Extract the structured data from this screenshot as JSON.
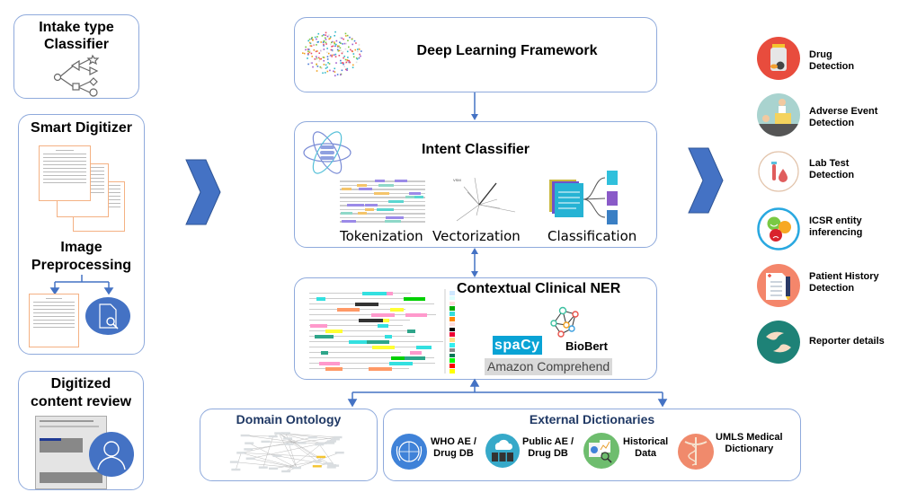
{
  "left_panel": {
    "intake": {
      "title_line1": "Intake type",
      "title_line2": "Classifier",
      "icon": "decision-tree-icon"
    },
    "digitizer": {
      "title": "Smart Digitizer",
      "subtitle_line1": "Image",
      "subtitle_line2": "Preprocessing",
      "icons": [
        "document-stack-icon",
        "document-icon",
        "document-search-icon"
      ]
    },
    "review": {
      "title_line1": "Digitized",
      "title_line2": "content review",
      "icon": "reviewer-icon"
    }
  },
  "center": {
    "deep_learning": {
      "title": "Deep Learning Framework",
      "icon": "brain-icon"
    },
    "intent": {
      "title": "Intent Classifier",
      "icon": "atom-database-icon",
      "steps": [
        "Tokenization",
        "Vectorization",
        "Classification"
      ]
    },
    "ner": {
      "title": "Contextual Clinical NER",
      "tools": {
        "spacy": "spaCy",
        "biobert": "BioBert",
        "amazon": "Amazon Comprehend"
      },
      "icon": "network-icon"
    },
    "ontology": {
      "title": "Domain Ontology",
      "icon": "ontology-graph-icon"
    },
    "dictionaries": {
      "title": "External Dictionaries",
      "items": [
        {
          "line1": "WHO AE /",
          "line2": "Drug DB",
          "icon": "un-globe-icon",
          "color": "#3f82d8"
        },
        {
          "line1": "Public AE /",
          "line2": "Drug DB",
          "icon": "cloud-server-icon",
          "color": "#36a9c9"
        },
        {
          "line1": "Historical",
          "line2": "Data",
          "icon": "analytics-icon",
          "color": "#6ebd6e"
        },
        {
          "line1": "UMLS Medical",
          "line2": "Dictionary",
          "icon": "caduceus-icon",
          "color": "#f08a6c"
        }
      ]
    }
  },
  "outputs": [
    {
      "line1": "Drug",
      "line2": "Detection",
      "icon": "pill-bottle-icon",
      "color": "#e84c3d"
    },
    {
      "line1": "Adverse Event",
      "line2": "Detection",
      "icon": "hospital-bed-icon",
      "color": "#a9d3cf"
    },
    {
      "line1": "Lab Test",
      "line2": "Detection",
      "icon": "blood-test-icon",
      "color": "#ffffff"
    },
    {
      "line1": "ICSR entity",
      "line2": "inferencing",
      "icon": "emoji-faces-icon",
      "color": "#ffffff"
    },
    {
      "line1": "Patient History",
      "line2": "Detection",
      "icon": "medical-record-icon",
      "color": "#f4866b"
    },
    {
      "line1": "Reporter details",
      "line2": "",
      "icon": "handshake-icon",
      "color": "#1e8277"
    }
  ],
  "colors": {
    "border": "#8faadc",
    "chevron": "#4472c4",
    "arrow": "#4472c4",
    "navy_title": "#1f3864",
    "spacy_bg": "#09a3d5",
    "amazon_bg": "#d9d9d9"
  }
}
